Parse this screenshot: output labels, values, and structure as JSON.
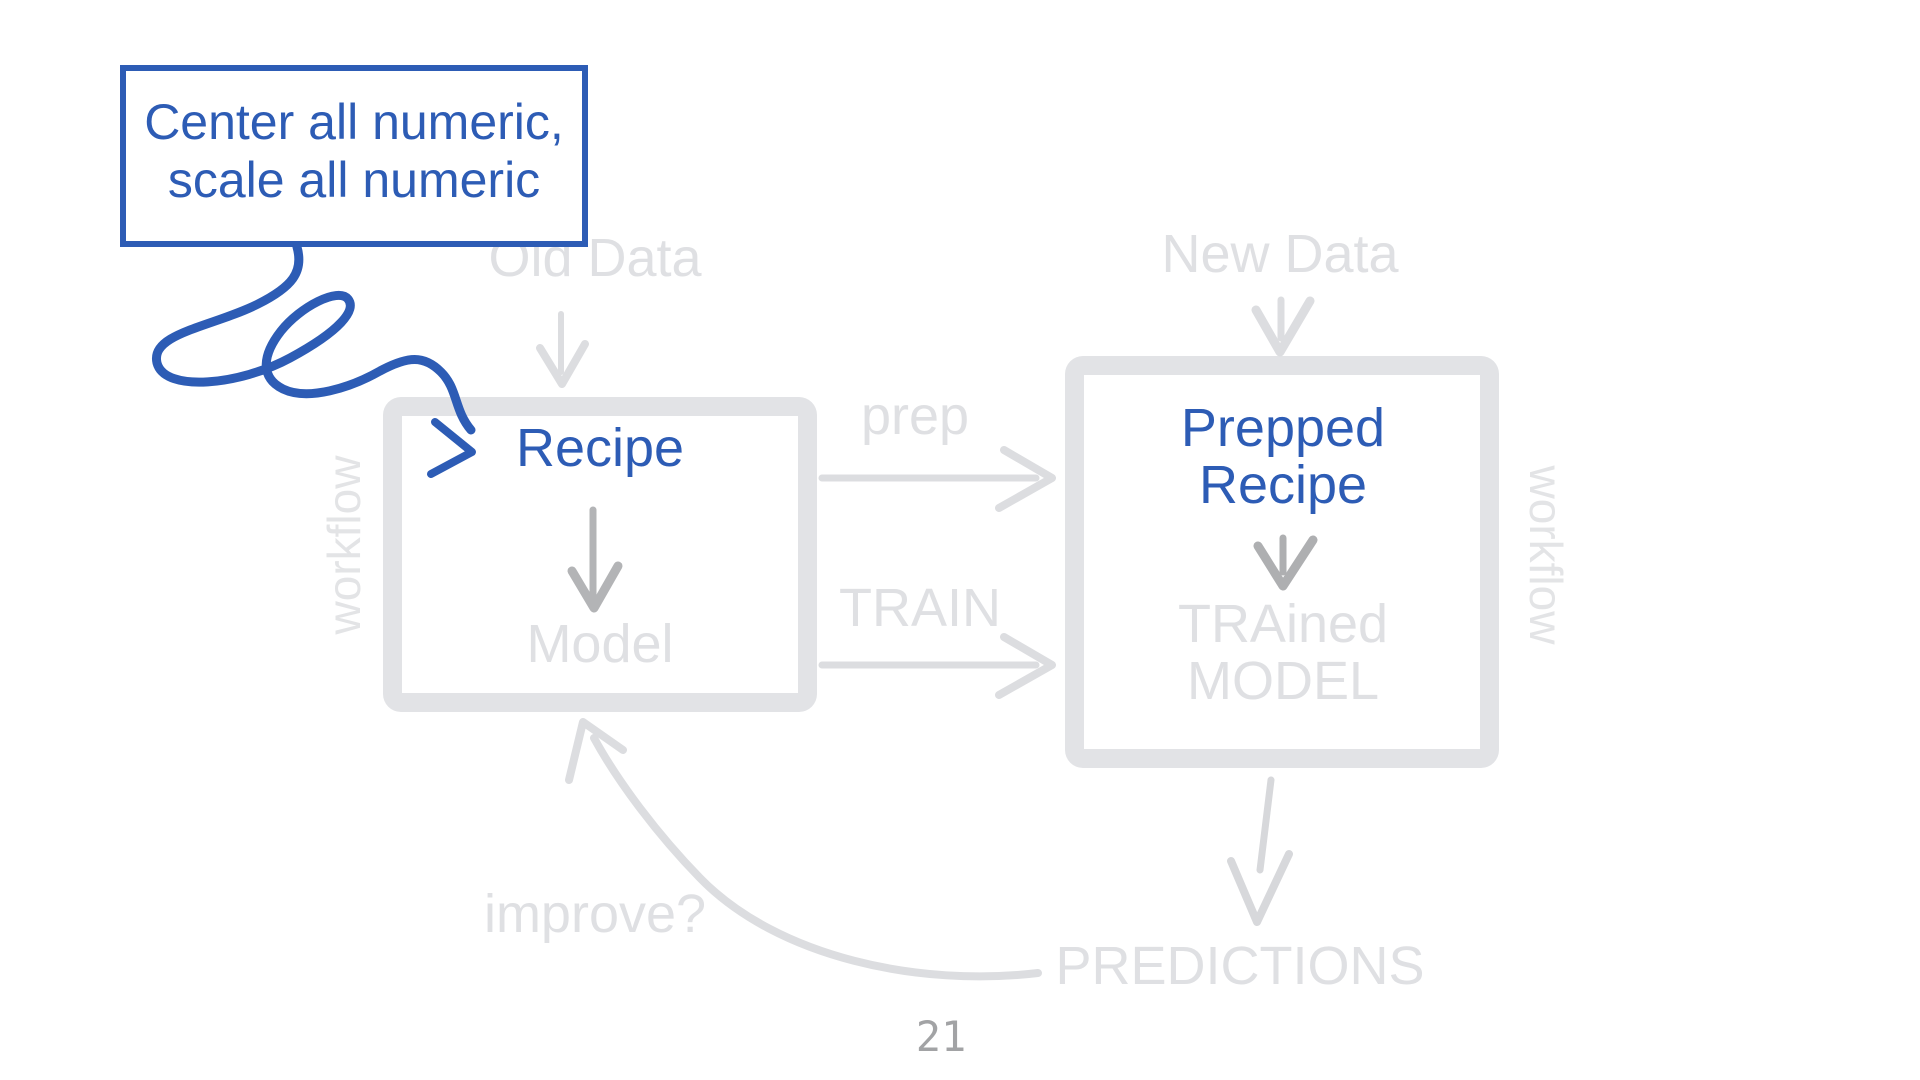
{
  "slide": {
    "page_number": "21",
    "colors": {
      "accent_blue": "#2d5cb5",
      "light_gray": "#dfe0e3",
      "mid_gray": "#b3b4b6",
      "page_number_gray": "#a2a3a5"
    }
  },
  "callout": {
    "line1": "Center all numeric,",
    "line2": "scale all numeric"
  },
  "diagram": {
    "old_data_label": "Old Data",
    "new_data_label": "New Data",
    "workflow_left_label": "workflow",
    "workflow_right_label": "workflow",
    "left_box": {
      "title": "Recipe",
      "subtitle": "Model"
    },
    "right_box": {
      "title_line1": "Prepped",
      "title_line2": "Recipe",
      "subtitle_line1": "TRAined",
      "subtitle_line2": "MODEL"
    },
    "prep_label": "prep",
    "train_label": "TRAIN",
    "predictions_label": "PREDICTIONS",
    "improve_label": "improve?"
  }
}
